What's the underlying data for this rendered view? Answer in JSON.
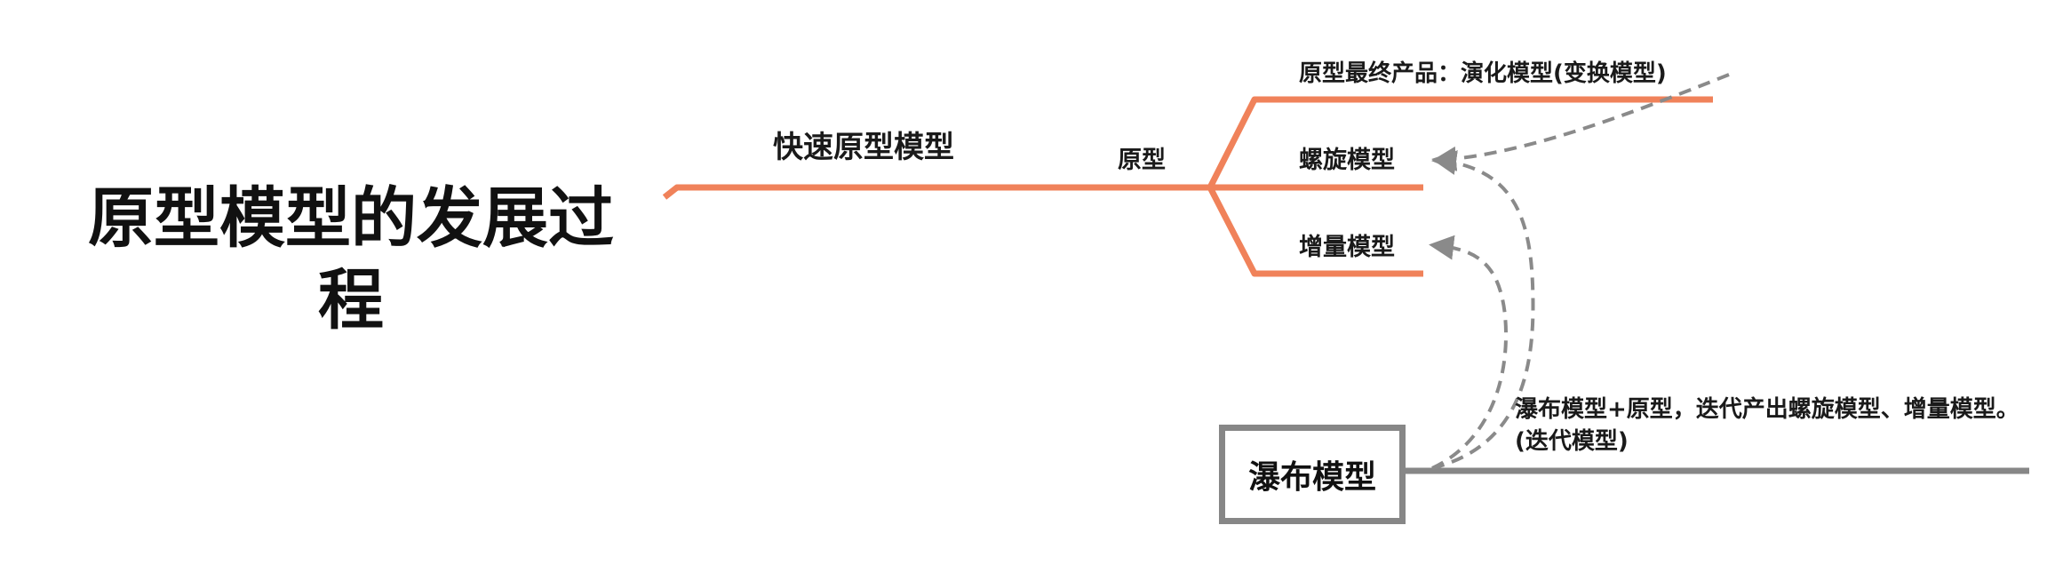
{
  "root": {
    "title": "原型模型的发展过程"
  },
  "branches": {
    "rapid_prototype": {
      "label": "快速原型模型"
    },
    "prototype": {
      "label": "原型"
    },
    "final_product": {
      "label": "原型最终产品：演化模型(变换模型)"
    },
    "spiral": {
      "label": "螺旋模型"
    },
    "incremental": {
      "label": "增量模型"
    }
  },
  "waterfall": {
    "label": "瀑布模型",
    "note": "瀑布模型+原型，迭代产出螺旋模型、增量模型。(迭代模型)"
  },
  "colors": {
    "branch": "#f0825a",
    "waterfall_line": "#878787",
    "dashed_arrow": "#8a8a8a"
  }
}
